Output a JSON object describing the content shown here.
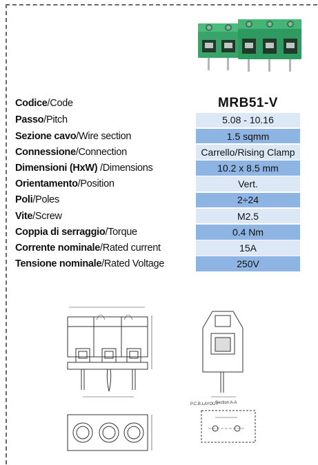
{
  "spec": {
    "rows": [
      {
        "it": "Codice",
        "en": "Code",
        "value": "MRB51-V"
      },
      {
        "it": "Passo",
        "en": "Pitch",
        "value": "5.08 - 10.16"
      },
      {
        "it": "Sezione cavo",
        "en": "Wire section",
        "value": "1.5 sqmm"
      },
      {
        "it": "Connessione",
        "en": "Connection",
        "value": "Carrello/Rising Clamp"
      },
      {
        "it": "Dimensioni (HxW)",
        "en": "Dimensions",
        "value": "10.2 x 8.5 mm"
      },
      {
        "it": "Orientamento",
        "en": "Position",
        "value": "Vert."
      },
      {
        "it": "Poli",
        "en": "Poles",
        "value": "2÷24"
      },
      {
        "it": "Vite",
        "en": "Screw",
        "value": "M2.5"
      },
      {
        "it": "Coppia di serraggio",
        "en": "Torque",
        "value": "0.4 Nm"
      },
      {
        "it": "Corrente nominale",
        "en": "Rated current",
        "value": "15A"
      },
      {
        "it": "Tensione nominale",
        "en": "Rated Voltage",
        "value": "250V"
      }
    ]
  },
  "drawing": {
    "section_label": "Section A-A",
    "pcb_label": "P.C.B.LAYOUT"
  },
  "colors": {
    "product_green": "#3aa36a",
    "row_light": "#dce8f5",
    "row_dark": "#8db4e2"
  }
}
